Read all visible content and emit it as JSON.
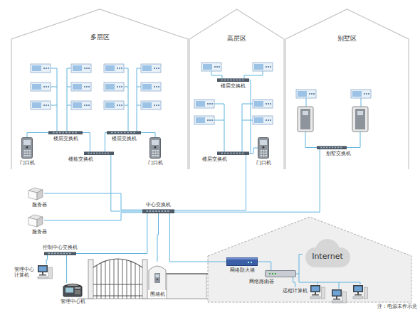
{
  "diagram": {
    "nodes": [
      {
        "text": [
          "多层区"
        ]
      },
      {
        "text": [
          "楼层交换机"
        ],
        "in": 0
      },
      {
        "text": [
          "楼层交换机"
        ],
        "in": 0
      },
      {
        "text": [
          "楼栋交换机"
        ],
        "in": 0
      },
      {
        "text": [
          "门口机"
        ],
        "in": 0
      },
      {
        "text": [
          "门口机"
        ],
        "in": 0
      },
      {
        "text": [
          "高层区"
        ]
      },
      {
        "text": [
          "楼层交换机"
        ],
        "in": 6
      },
      {
        "text": [
          "楼层交换机"
        ],
        "in": 6
      },
      {
        "text": [
          "门口机"
        ],
        "in": 6
      },
      {
        "text": [
          "别墅区"
        ]
      },
      {
        "text": [
          "别墅交换机"
        ],
        "in": 10
      },
      {
        "text": [
          "中心交换机"
        ]
      },
      {
        "text": [
          "服务器"
        ]
      },
      {
        "text": [
          "服务器"
        ]
      },
      {
        "text": [
          "控制中心交换机"
        ]
      },
      {
        "text": [
          "管理中心计算机"
        ]
      },
      {
        "text": [
          "管理中心机"
        ]
      },
      {
        "text": [
          "围墙机"
        ]
      },
      {
        "text": [
          "Internet"
        ]
      },
      {
        "text": [
          "网络防火墙"
        ]
      },
      {
        "text": [
          "网络路由器"
        ]
      },
      {
        "text": [
          "远程计算机"
        ]
      }
    ],
    "edges": [
      {
        "from": 1,
        "to": 3,
        "arrow": "none"
      },
      {
        "from": 2,
        "to": 3,
        "arrow": "none"
      },
      {
        "from": 4,
        "to": 1,
        "arrow": "none"
      },
      {
        "from": 5,
        "to": 2,
        "arrow": "none"
      },
      {
        "from": 3,
        "to": 12,
        "arrow": "none"
      },
      {
        "from": 7,
        "to": 8,
        "arrow": "none"
      },
      {
        "from": 9,
        "to": 8,
        "arrow": "none"
      },
      {
        "from": 8,
        "to": 12,
        "arrow": "none"
      },
      {
        "from": 11,
        "to": 12,
        "arrow": "none"
      },
      {
        "from": 13,
        "to": 12,
        "arrow": "none"
      },
      {
        "from": 14,
        "to": 12,
        "arrow": "none"
      },
      {
        "from": 12,
        "to": 15,
        "arrow": "none"
      },
      {
        "from": 12,
        "to": 18,
        "arrow": "none"
      },
      {
        "from": 12,
        "to": 20,
        "arrow": "none"
      },
      {
        "from": 15,
        "to": 16,
        "arrow": "none"
      },
      {
        "from": 15,
        "to": 17,
        "arrow": "none"
      },
      {
        "from": 20,
        "to": 21,
        "arrow": "none"
      },
      {
        "from": 21,
        "to": 19,
        "arrow": "none"
      },
      {
        "from": 21,
        "to": 22,
        "arrow": "none"
      }
    ],
    "labels": [
      "注：电源未作示意"
    ]
  }
}
